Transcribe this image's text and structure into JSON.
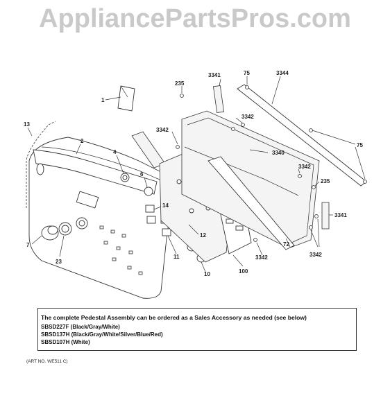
{
  "watermark": "AppliancePartsPros.com",
  "callouts": {
    "c1": "1",
    "c2": "2",
    "c4": "4",
    "c6": "6",
    "c7": "7",
    "c10": "10",
    "c11": "11",
    "c12": "12",
    "c13": "13",
    "c14": "14",
    "c23": "23",
    "c72": "72",
    "c75a": "75",
    "c75b": "75",
    "c100": "100",
    "c235a": "235",
    "c235b": "235",
    "c3340": "3340",
    "c3341a": "3341",
    "c3341b": "3341",
    "c3342a": "3342",
    "c3342b": "3342",
    "c3342c": "3342",
    "c3342d": "3342",
    "c3342e": "3342",
    "c3344": "3344"
  },
  "note": {
    "heading": "The complete Pedestal Assembly can be ordered as a Sales Accessory as needed (see below)",
    "options": [
      "SBSD227F (Black/Gray/White)",
      "SBSD137H (Black/Gray/White/Silver/Blue/Red)",
      "SBSD107H (White)"
    ]
  },
  "art_number": "(ART NO. WE511 C)"
}
